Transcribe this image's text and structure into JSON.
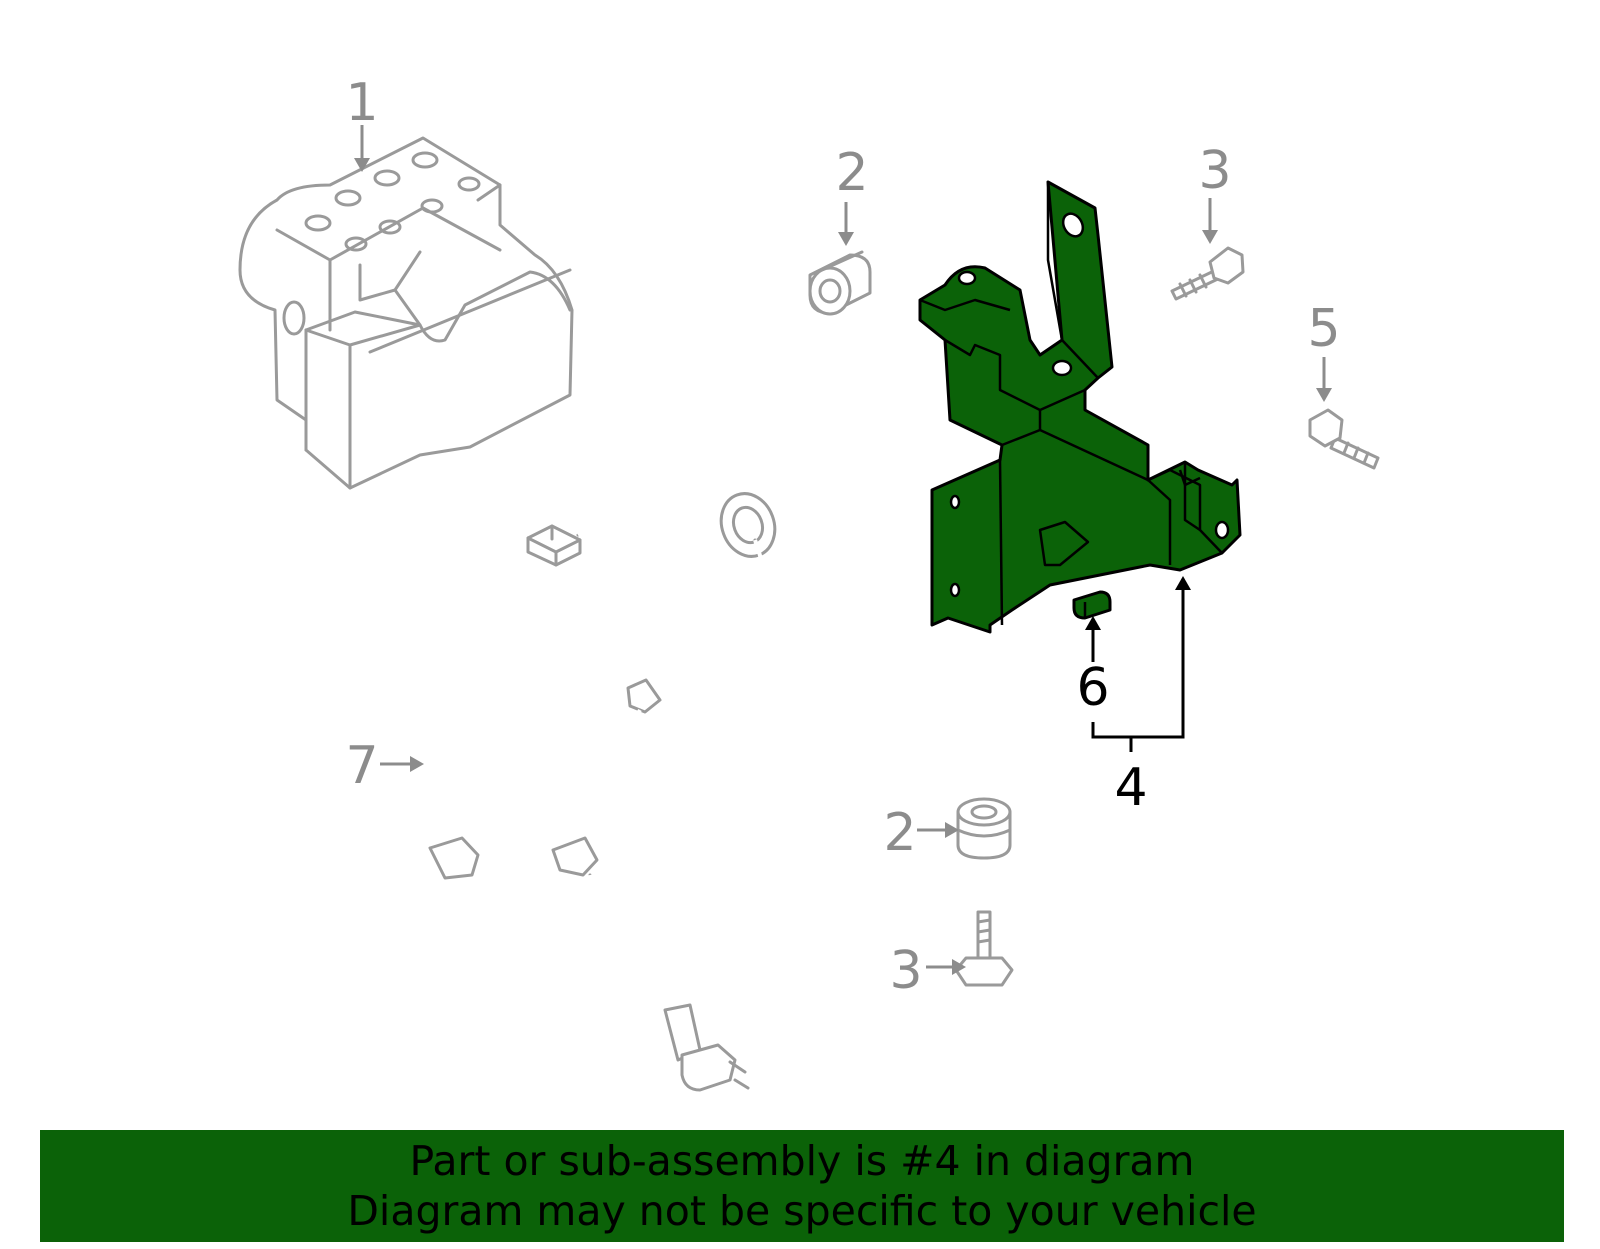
{
  "callouts": {
    "c1": "1",
    "c2a": "2",
    "c2b": "2",
    "c3a": "3",
    "c3b": "3",
    "c4": "4",
    "c5": "5",
    "c6": "6",
    "c7": "7"
  },
  "banner": {
    "line1": "Part or sub-assembly is #4 in diagram",
    "line2": "Diagram may not be specific to your vehicle"
  },
  "colors": {
    "highlight": "#0b6208",
    "inactive_part": "#9a9a9a"
  }
}
